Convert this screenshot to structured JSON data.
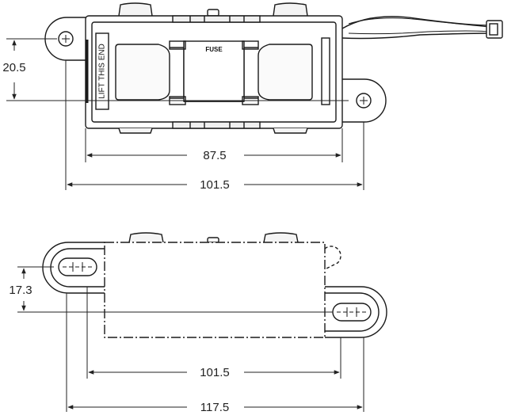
{
  "top_view": {
    "fuse_label": "FUSE",
    "side_label": "LIFT THIS END",
    "dim_height": "20.5",
    "dim_inner_width": "87.5",
    "dim_outer_width": "101.5"
  },
  "side_view": {
    "dim_height": "17.3",
    "dim_inner_width": "101.5",
    "dim_outer_width": "117.5"
  },
  "colors": {
    "line": "#1a1a1a",
    "shade": "#e6e6e6",
    "dim": "#222222"
  }
}
